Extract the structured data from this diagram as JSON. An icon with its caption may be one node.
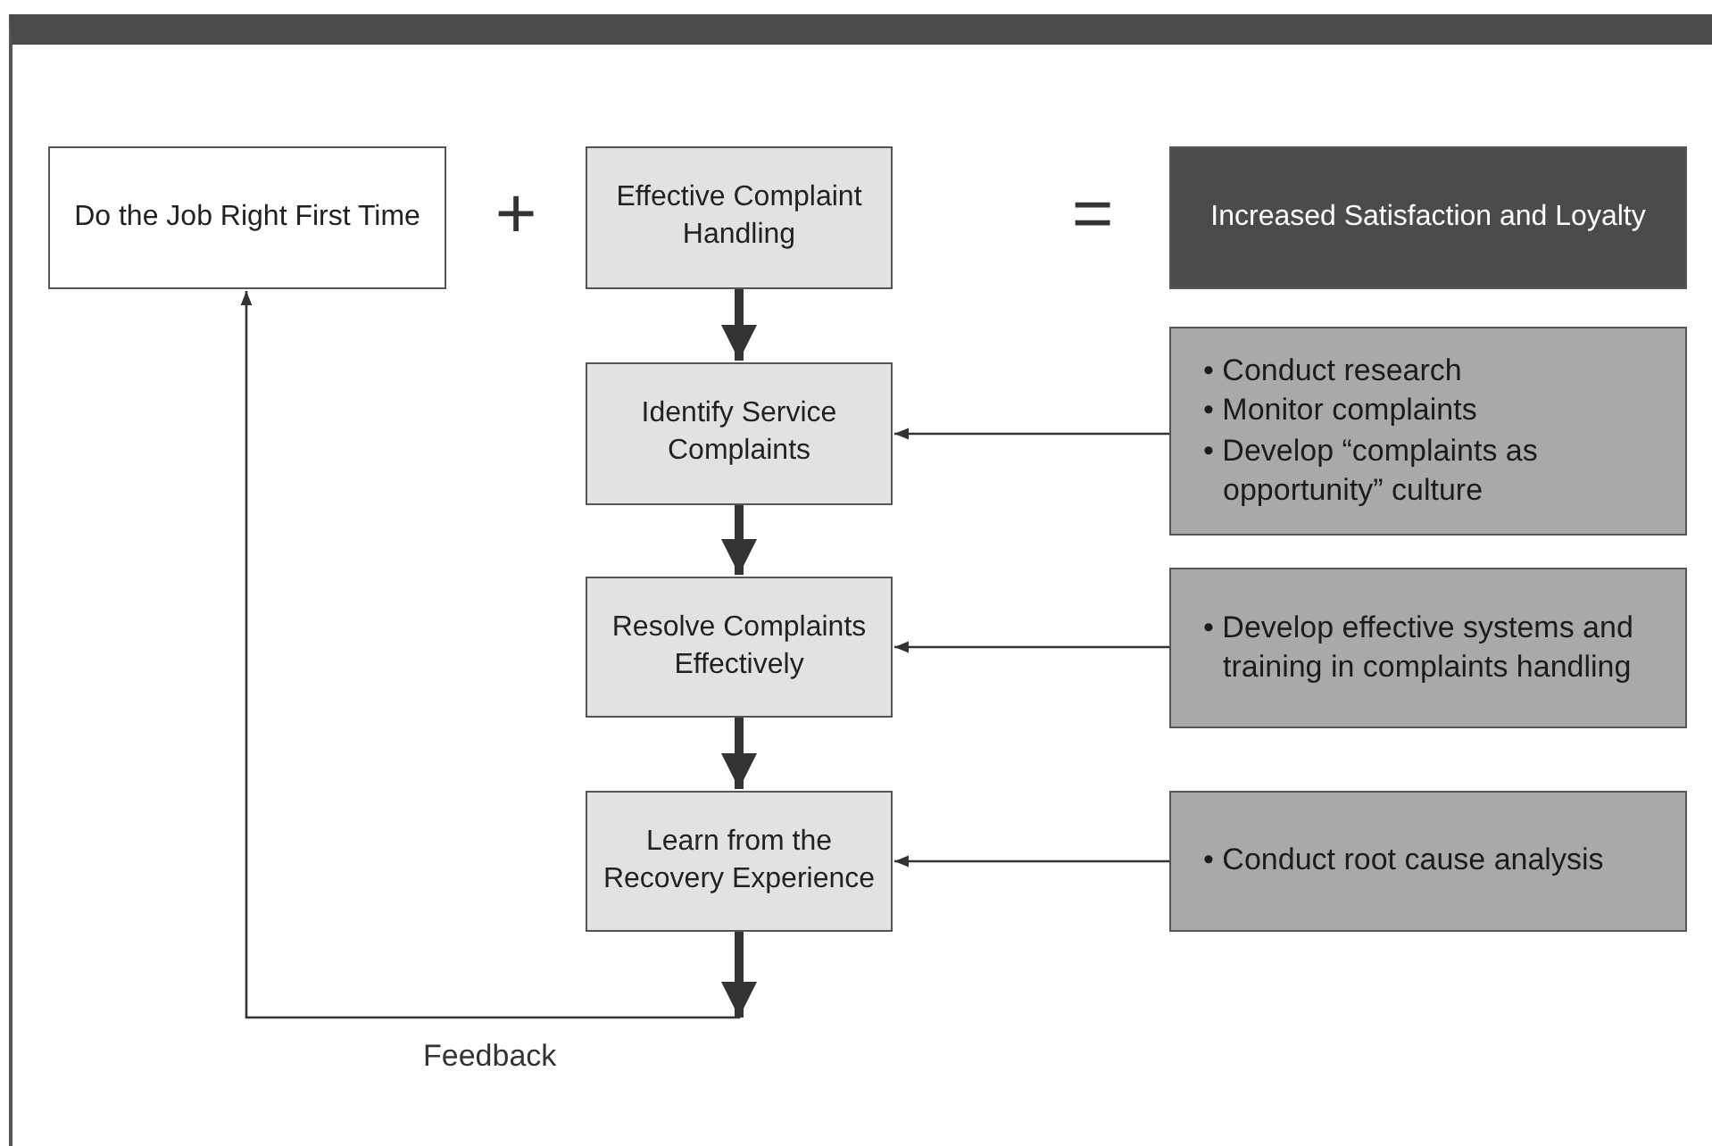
{
  "diagram": {
    "nodes": [
      {
        "text": [
          "Do the Job Right First Time"
        ]
      },
      {
        "text": [
          "Effective Complaint Handling"
        ]
      },
      {
        "text": [
          "Increased Satisfaction and Loyalty"
        ]
      },
      {
        "text": [
          "Identify Service Complaints"
        ]
      },
      {
        "text": [
          "• Conduct research",
          "• Monitor complaints",
          "• Develop “complaints as opportunity” culture"
        ]
      },
      {
        "text": [
          "Resolve Complaints Effectively"
        ]
      },
      {
        "text": [
          "• Develop effective systems and training in complaints handling"
        ]
      },
      {
        "text": [
          "Learn from the Recovery Experience"
        ]
      },
      {
        "text": [
          "• Conduct root cause analysis"
        ]
      }
    ],
    "edges": [
      {
        "from": 1,
        "to": 3,
        "arrow": "to",
        "style": "thick"
      },
      {
        "from": 4,
        "to": 3,
        "arrow": "to"
      },
      {
        "from": 3,
        "to": 5,
        "arrow": "to",
        "style": "thick"
      },
      {
        "from": 6,
        "to": 5,
        "arrow": "to"
      },
      {
        "from": 8,
        "to": 7,
        "arrow": "to"
      },
      {
        "from": 5,
        "to": 7,
        "arrow": "to",
        "style": "thick"
      },
      {
        "from": 7,
        "to": 0,
        "arrow": "to",
        "label": "Feedback"
      }
    ],
    "labels": [
      "+",
      "="
    ]
  }
}
